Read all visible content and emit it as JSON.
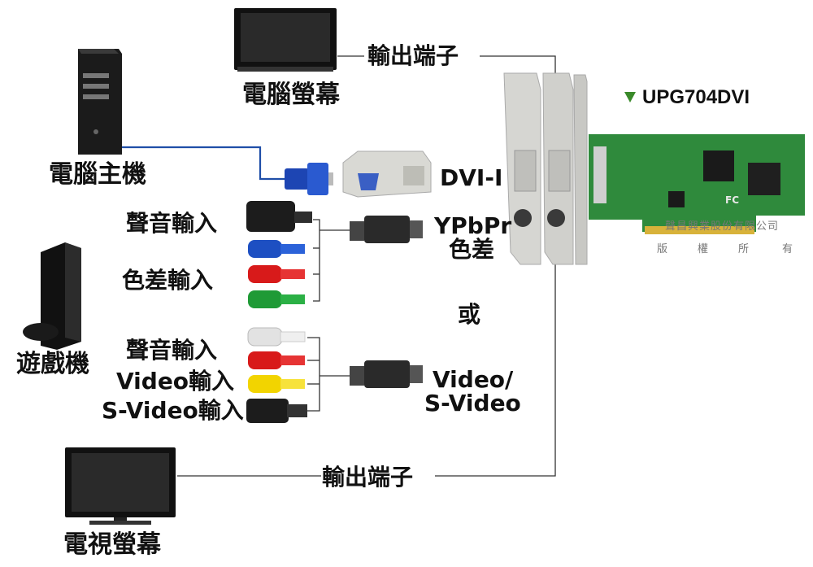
{
  "labels": {
    "monitor_top": "電腦螢幕",
    "output_top": "輸出端子",
    "computer": "電腦主機",
    "dvi": "DVI-I",
    "audio_in_1": "聲音輸入",
    "component_in": "色差輸入",
    "ypbpr": "YPbPr",
    "component": "色差",
    "or": "或",
    "console": "遊戲機",
    "audio_in_2": "聲音輸入",
    "video_in": "Video輸入",
    "svideo_in": "S-Video輸入",
    "video_svideo_line1": "Video/",
    "video_svideo_line2": "S-Video",
    "output_bottom": "輸出端子",
    "tv": "電視螢幕",
    "product": "UPG704DVI",
    "company": "聲昌興業股份有限公司",
    "copyright": [
      "版",
      "權",
      "所",
      "有"
    ],
    "fc": "FC"
  },
  "colors": {
    "vga_cable": "#1f4ea8",
    "product_marker": "#3a8a2a",
    "pcb": "#2f8a3c",
    "rca_red": "#d81a1a",
    "rca_green": "#1f9a36",
    "rca_blue": "#1d4fc2",
    "rca_yellow": "#f2d400",
    "rca_white": "#e8e8e8",
    "rca_black": "#1c1c1c"
  },
  "icons": [
    "monitor-icon",
    "tv-icon",
    "pc-tower-icon",
    "game-console-icon",
    "vga-plug-icon",
    "dvi-adapter-icon",
    "capture-card-icon",
    "rca-plug-icon",
    "mini-din-plug-icon"
  ]
}
